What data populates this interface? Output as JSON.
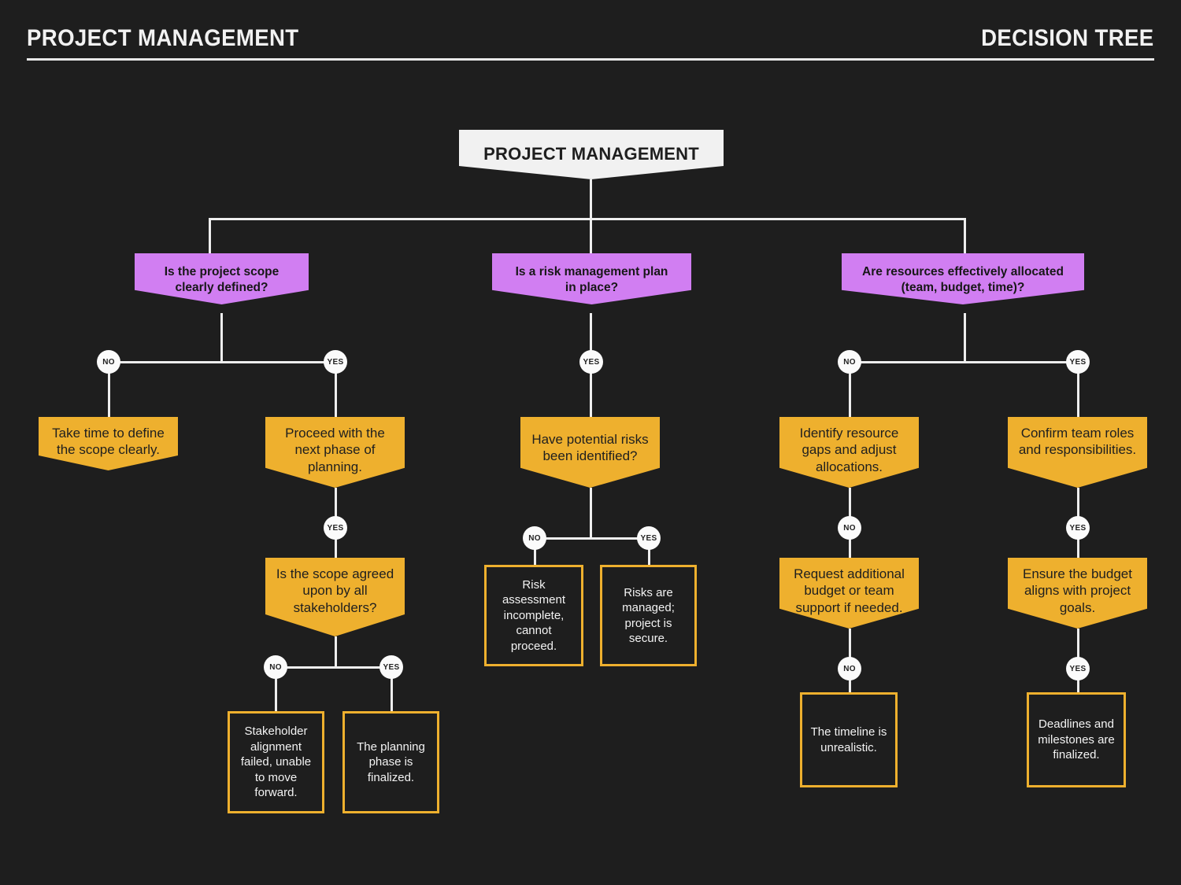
{
  "header": {
    "left_title": "PROJECT MANAGEMENT",
    "right_title": "DECISION TREE"
  },
  "chart_data": {
    "type": "diagram",
    "diagram_kind": "decision-tree",
    "title": "PROJECT MANAGEMENT",
    "subtitle": "DECISION TREE",
    "colors": {
      "background": "#1e1e1e",
      "root_fill": "#f1f1f1",
      "decision_fill": "#d17ef2",
      "action_fill": "#eeb02e",
      "terminal_border": "#eeb02e",
      "connector": "#eeeeee",
      "badge_fill": "#fbfbfb"
    },
    "edge_labels": [
      "YES",
      "NO"
    ]
  },
  "root": {
    "label": "PROJECT MANAGEMENT"
  },
  "branches": [
    {
      "id": "scope",
      "decision": "Is the project scope clearly defined?",
      "decision_line1": "Is the project scope",
      "decision_line2": "clearly defined?"
    },
    {
      "id": "risk",
      "decision": "Is a risk management plan in place?",
      "decision_line1": "Is a risk management plan",
      "decision_line2": "in place?"
    },
    {
      "id": "resources",
      "decision": "Are resources effectively  allocated (team, budget, time)?",
      "decision_line1": "Are resources effectively  allocated",
      "decision_line2": "(team, budget, time)?"
    }
  ],
  "nodes": {
    "scope_no_action": "Take time to define the scope clearly.",
    "scope_yes_action": "Proceed with the next phase of planning.",
    "scope_sub_decision": "Is the scope  agreed upon by all stakeholders?",
    "scope_sub_no_terminal": "Stakeholder alignment failed, unable to move forward.",
    "scope_sub_yes_terminal": "The planning phase is finalized.",
    "risk_yes_action": "Have potential  risks been identified?",
    "risk_sub_no_terminal": "Risk assessment incomplete, cannot proceed.",
    "risk_sub_yes_terminal": "Risks are managed; project is secure.",
    "res_no_action": "Identify resource gaps and adjust allocations.",
    "res_no_action2": "Request additional budget or team support if needed.",
    "res_no_terminal": "The timeline is unrealistic.",
    "res_yes_action": "Confirm team roles and responsibilities.",
    "res_yes_action2": "Ensure the budget aligns with project goals.",
    "res_yes_terminal": "Deadlines and milestones are finalized."
  },
  "badges": {
    "scope_no": "NO",
    "scope_yes": "YES",
    "scope_proceed_yes": "YES",
    "scope_sub_no": "NO",
    "scope_sub_yes": "YES",
    "risk_yes": "YES",
    "risk_sub_no": "NO",
    "risk_sub_yes": "YES",
    "res_no": "NO",
    "res_yes": "YES",
    "res_no2": "NO",
    "res_no3": "NO",
    "res_yes2": "YES",
    "res_yes3": "YES"
  }
}
